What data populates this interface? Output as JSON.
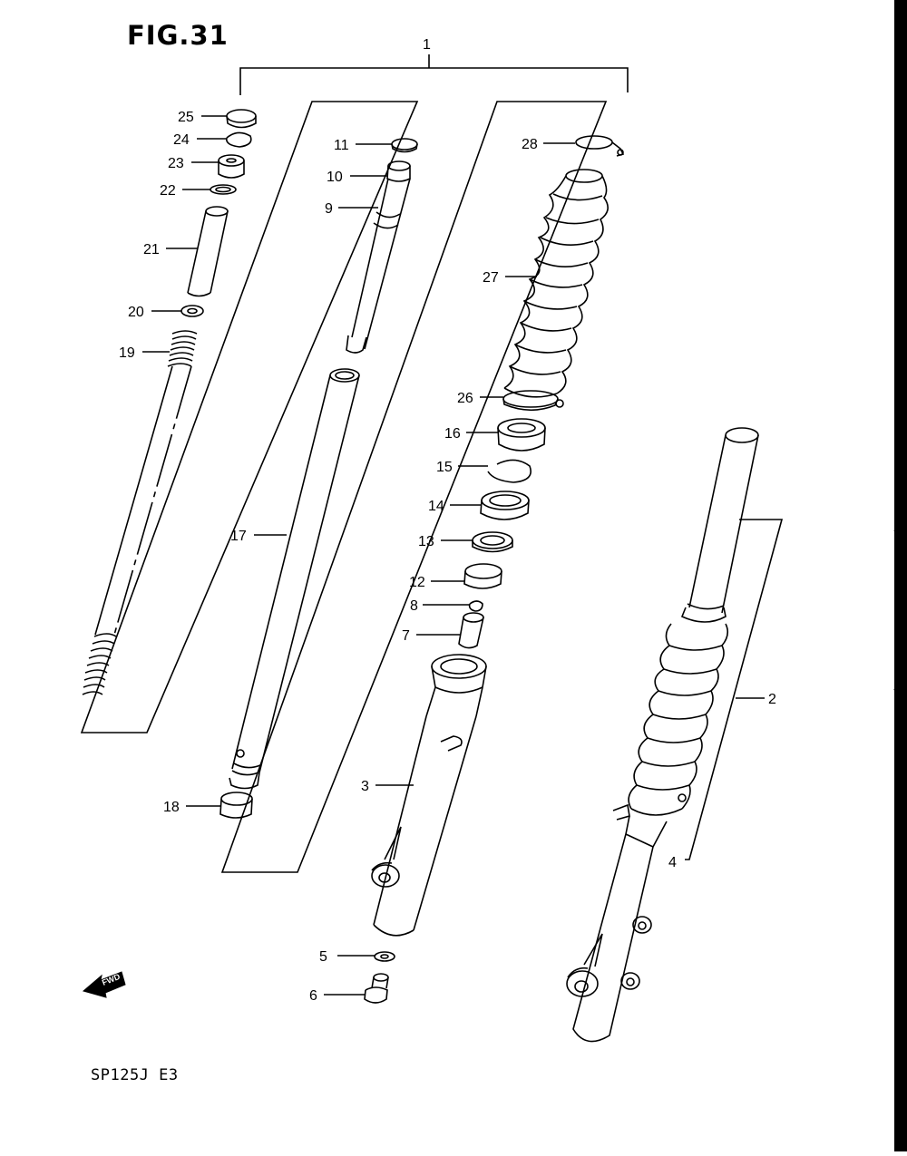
{
  "figure": {
    "title": "FIG.31",
    "model": "SP125J E3"
  },
  "fwd_label": "FWD",
  "parts": [
    "1",
    "2",
    "3",
    "4",
    "5",
    "6",
    "7",
    "8",
    "9",
    "10",
    "11",
    "12",
    "13",
    "14",
    "15",
    "16",
    "17",
    "18",
    "19",
    "20",
    "21",
    "22",
    "23",
    "24",
    "25",
    "26",
    "27",
    "28"
  ]
}
